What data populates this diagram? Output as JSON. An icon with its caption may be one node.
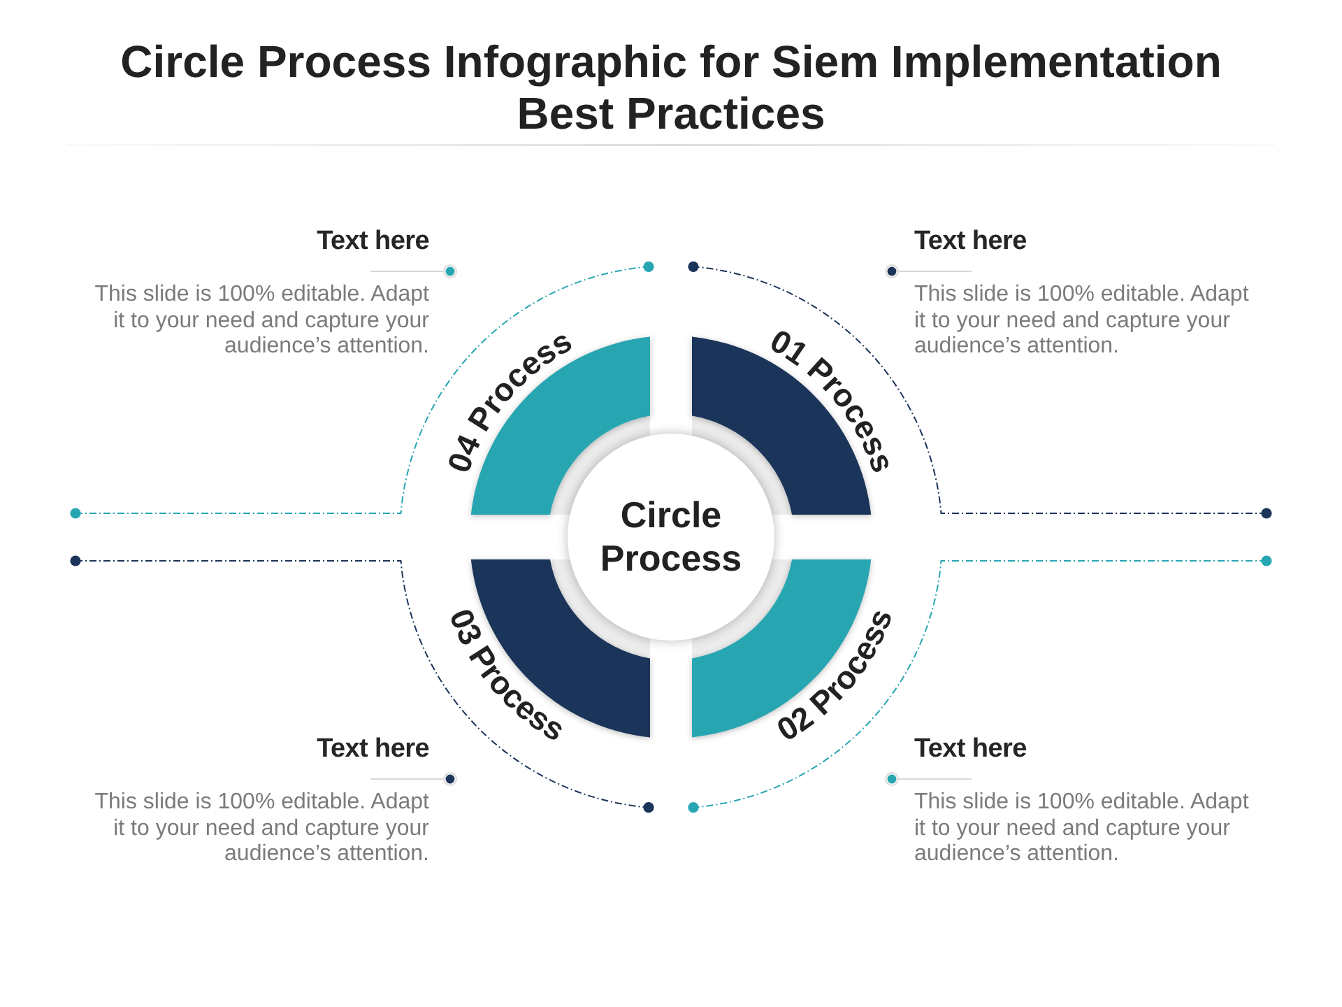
{
  "diagram": {
    "title": "Circle Process Infographic for Siem Implementation Best Practices",
    "nodes": [
      {
        "text": [
          "Text here",
          "This slide is 100% editable. Adapt it to your need and capture your audience’s attention."
        ]
      },
      {
        "text": [
          "Text here",
          "This slide is 100% editable. Adapt it to your need and capture your audience’s attention."
        ]
      },
      {
        "text": [
          "04 Process"
        ]
      },
      {
        "text": [
          "01 Process"
        ]
      },
      {
        "text": [
          "Circle Process"
        ]
      },
      {
        "text": [
          "03 Process"
        ]
      },
      {
        "text": [
          "02 Process"
        ]
      },
      {
        "text": [
          "Text here",
          "This slide is 100% editable. Adapt it to your need and capture your audience’s attention."
        ]
      },
      {
        "text": [
          "Text here",
          "This slide is 100% editable. Adapt it to your need and capture your audience’s attention."
        ]
      }
    ]
  }
}
